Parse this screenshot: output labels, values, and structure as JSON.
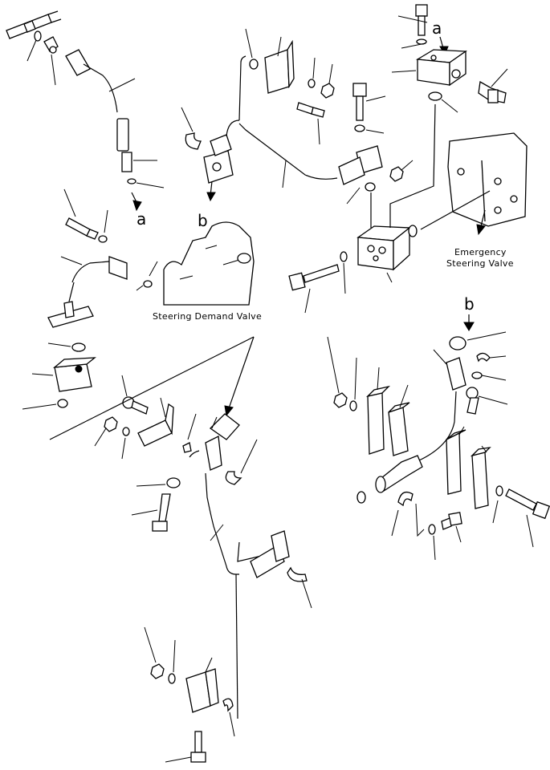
{
  "diagram": {
    "labels": {
      "steering_demand_valve": "Steering Demand Valve",
      "emergency_line1": "Emergency",
      "emergency_line2": "Steering Valve"
    },
    "refs": {
      "a_top": "a",
      "a_left": "a",
      "b_left": "b",
      "b_right": "b"
    }
  }
}
